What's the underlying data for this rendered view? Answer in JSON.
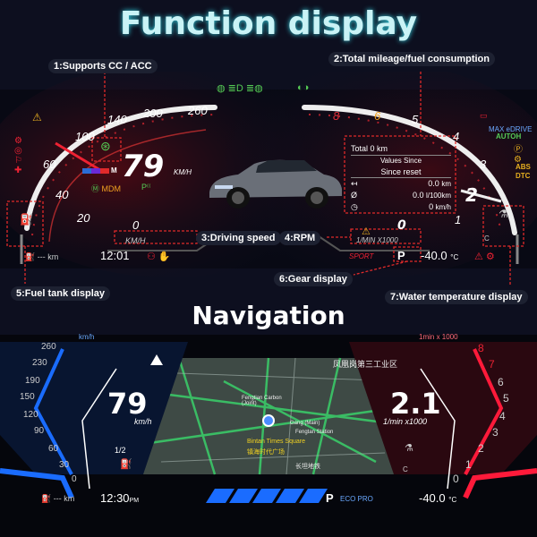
{
  "page": {
    "title": "Function display",
    "section2_title": "Navigation"
  },
  "callouts": {
    "cc": "1:Supports CC / ACC",
    "mileage": "2:Total mileage/fuel consumption",
    "speed": "3:Driving speed",
    "rpm": "4:RPM",
    "fuel": "5:Fuel tank display",
    "gear": "6:Gear display",
    "water": "7:Water temperature display"
  },
  "top": {
    "speed_ticks": [
      "0",
      "20",
      "40",
      "60",
      "100",
      "140",
      "200",
      "260"
    ],
    "speed_value": "79",
    "speed_unit": "KM/H",
    "speed_unit_bottom": "KM/H",
    "mode_badge": "M",
    "mdm": "MDM",
    "rpm_ticks": [
      "1",
      "2",
      "3",
      "4",
      "5",
      "6",
      "8"
    ],
    "rpm_unit": "1/MIN X1000",
    "rpm_zero": "0",
    "range": "--- km",
    "time": "12:01",
    "sport": "SPORT",
    "gear": "P",
    "temp": "-40.0",
    "temp_unit": "°C",
    "right_labels": [
      "MAX eDRIVE",
      "AUTOH",
      "ABS",
      "DTC"
    ],
    "card": {
      "total_label": "Total",
      "total_value": "0 km",
      "values_since": "Values Since",
      "since_reset": "Since reset",
      "rows": [
        {
          "value": "0.0",
          "unit": "km"
        },
        {
          "value": "0.0",
          "unit": "l/100km"
        },
        {
          "value": "0",
          "unit": "km/h"
        }
      ]
    }
  },
  "nav": {
    "left_unit": "km/h",
    "left_ticks": [
      "260",
      "230",
      "190",
      "150",
      "120",
      "90",
      "60",
      "30",
      "0"
    ],
    "speed_value": "79",
    "speed_unit": "km/h",
    "fuel_fraction": "1/2",
    "right_unit": "1min x 1000",
    "right_ticks": [
      "8",
      "7",
      "6",
      "5",
      "4",
      "3",
      "2",
      "1",
      "0"
    ],
    "rpm_value": "2.1",
    "rpm_unit": "1/min x1000",
    "map_labels": [
      "凤凰岗第三工业区",
      "Fengtian Carbon (Joint)",
      "Gang (Main)",
      "Bintan Times Square",
      "镇海时代广场",
      "长坦地铁",
      "Fengtan Station"
    ],
    "range": "--- km",
    "time": "12:30",
    "time_suffix": "PM",
    "gear": "P",
    "eco": "ECO PRO",
    "temp": "-40.0",
    "temp_unit": "°C"
  }
}
